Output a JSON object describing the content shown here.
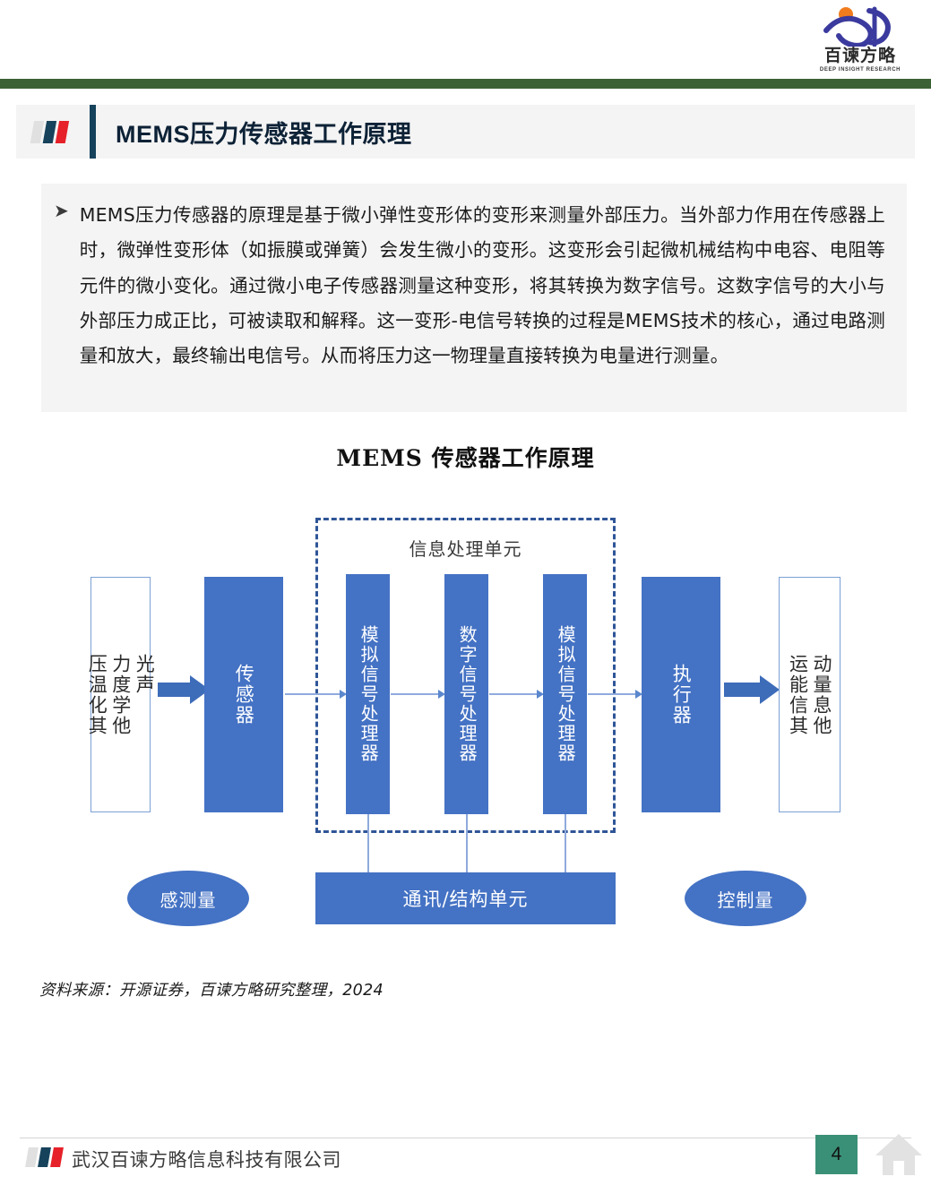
{
  "brand": {
    "logo_cn": "百谏方略",
    "logo_en": "DEEP INSIGHT RESEARCH",
    "accent_green": "#3c6135",
    "accent_blue": "#4472c4",
    "accent_navy": "#16425b",
    "accent_red": "#e62129",
    "page_badge_green": "#3a9076"
  },
  "header": {
    "title": "MEMS压力传感器工作原理"
  },
  "body": {
    "bullet_marker": "➤",
    "paragraph": "MEMS压力传感器的原理是基于微小弹性变形体的变形来测量外部压力。当外部力作用在传感器上时，微弹性变形体（如振膜或弹簧）会发生微小的变形。这变形会引起微机械结构中电容、电阻等元件的微小变化。通过微小电子传感器测量这种变形，将其转换为数字信号。这数字信号的大小与外部压力成正比，可被读取和解释。这一变形-电信号转换的过程是MEMS技术的核心，通过电路测量和放大，最终输出电信号。从而将压力这一物理量直接转换为电量进行测量。"
  },
  "figure": {
    "title": "MEMS 传感器工作原理",
    "dashed_group_label": "信息处理单元",
    "input_box": {
      "col_right": "光声",
      "col_a": "压温化其",
      "col_b": "力度学他",
      "lines": [
        "光",
        "声",
        "压力",
        "温度",
        "化学",
        "其他"
      ]
    },
    "sensor_box": "传感器",
    "processors": [
      "模拟信号处理器",
      "数字信号处理器",
      "模拟信号处理器"
    ],
    "actuator_box": "执行器",
    "output_box": {
      "lines": [
        "运动",
        "能量",
        "信息",
        "其他"
      ],
      "col_a": "运能信其",
      "col_b": "动量息他"
    },
    "left_ellipse": "感测量",
    "comm_box": "通讯/结构单元",
    "right_ellipse": "控制量"
  },
  "source": {
    "text": "资料来源：开源证券，百谏方略研究整理，2024"
  },
  "footer": {
    "company": "武汉百谏方略信息科技有限公司",
    "page_number": "4"
  }
}
